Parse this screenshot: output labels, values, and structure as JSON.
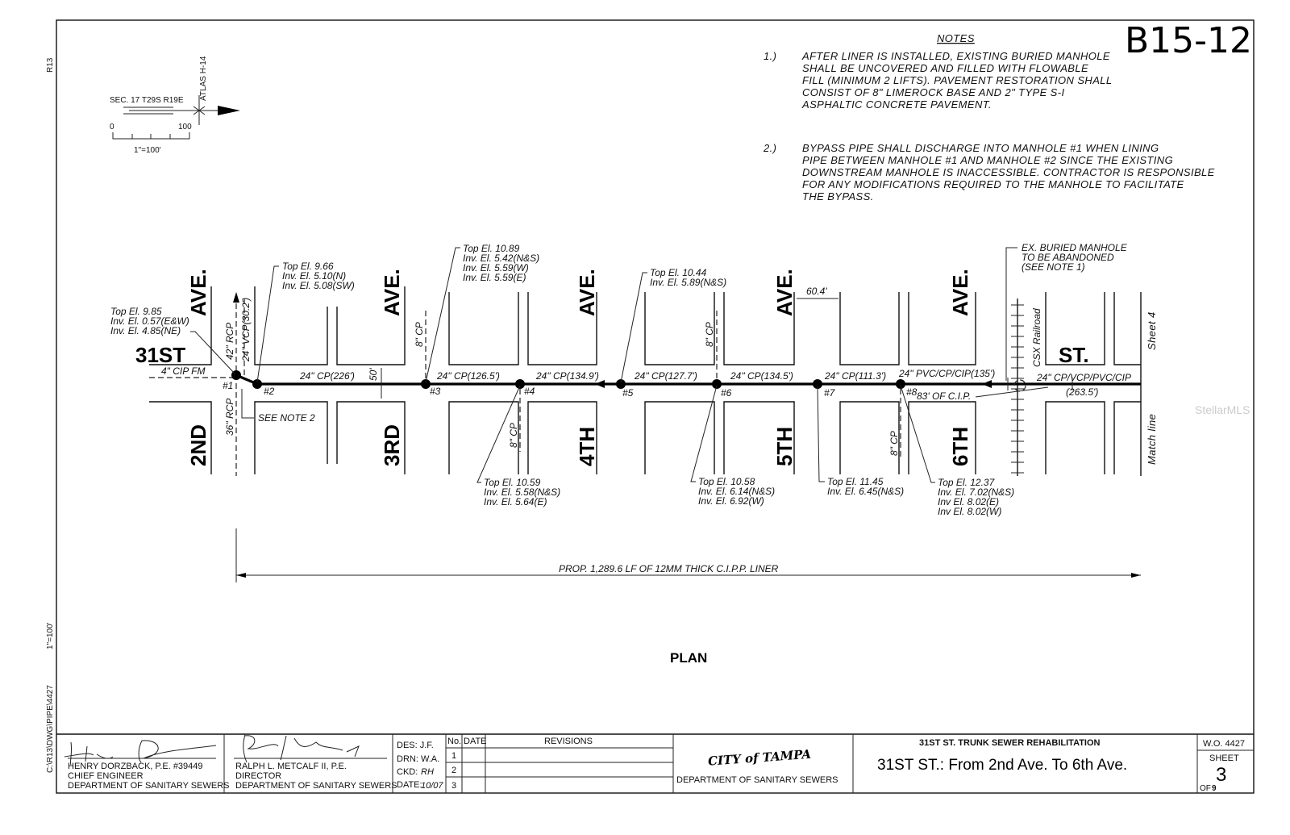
{
  "drawing_id": "B15-12",
  "margin": {
    "r13": "R13",
    "scale": "1\"=100'",
    "path": "C:\\R13\\DWG\\PIPE\\4427"
  },
  "north_arrow": {
    "section": "SEC. 17  T29S  R19E",
    "atlas": "ATLAS H-14",
    "scale_0": "0",
    "scale_100": "100",
    "scale_label": "1\"=100'"
  },
  "notes": {
    "title": "NOTES",
    "items": [
      {
        "num": "1.)",
        "lines": [
          "AFTER LINER IS INSTALLED, EXISTING BURIED MANHOLE",
          "SHALL BE UNCOVERED AND FILLED WITH FLOWABLE",
          "FILL (MINIMUM 2 LIFTS). PAVEMENT RESTORATION SHALL",
          "CONSIST OF 8\" LIMEROCK BASE AND 2\" TYPE S-I",
          "ASPHALTIC CONCRETE PAVEMENT."
        ]
      },
      {
        "num": "2.)",
        "lines": [
          "BYPASS PIPE SHALL DISCHARGE INTO MANHOLE #1 WHEN LINING",
          "PIPE BETWEEN MANHOLE #1 AND MANHOLE #2 SINCE THE EXISTING",
          "DOWNSTREAM MANHOLE IS INACCESSIBLE. CONTRACTOR IS RESPONSIBLE",
          "FOR ANY MODIFICATIONS REQUIRED TO THE MANHOLE TO FACILITATE",
          "THE BYPASS."
        ]
      }
    ]
  },
  "streets": {
    "main": "31ST",
    "main_suffix": "ST.",
    "avenues": [
      {
        "name": "2ND",
        "suffix": "AVE."
      },
      {
        "name": "3RD",
        "suffix": "AVE."
      },
      {
        "name": "4TH",
        "suffix": "AVE."
      },
      {
        "name": "5TH",
        "suffix": "AVE."
      },
      {
        "name": "6TH",
        "suffix": "AVE."
      }
    ],
    "railroad": "CSX Railroad",
    "sheet_ref": "Sheet 4",
    "match_line": "Match line"
  },
  "manholes": [
    {
      "id": "#1",
      "lines": [
        "Top El. 9.85",
        "Inv. El. 0.57(E&W)",
        "Inv. El. 4.85(NE)"
      ]
    },
    {
      "id": "#2",
      "lines": [
        "Top El. 9.66",
        "Inv. El. 5.10(N)",
        "Inv. El. 5.08(SW)"
      ]
    },
    {
      "id": "#3",
      "lines": [
        "Top El. 10.89",
        "Inv. El. 5.42(N&S)",
        "Inv. El. 5.59(W)",
        "Inv. El. 5.59(E)"
      ]
    },
    {
      "id": "#4",
      "lines": [
        "Top El. 10.59",
        "Inv. El. 5.58(N&S)",
        "Inv. El. 5.64(E)"
      ]
    },
    {
      "id": "#5",
      "lines": [
        "Top El. 10.44",
        "Inv. El. 5.89(N&S)"
      ]
    },
    {
      "id": "#6",
      "lines": [
        "Top El. 10.58",
        "Inv. El. 6.14(N&S)",
        "Inv. El. 6.92(W)"
      ]
    },
    {
      "id": "#7",
      "lines": [
        "Top El. 11.45",
        "Inv. El. 6.45(N&S)"
      ]
    },
    {
      "id": "#8",
      "lines": [
        "Top El. 12.37",
        "Inv. El. 7.02(N&S)",
        "Inv El. 8.02(E)",
        "Inv El. 8.02(W)"
      ]
    }
  ],
  "pipes": {
    "segments": [
      "24\" CP(226')",
      "24\" CP(126.5')",
      "24\" CP(134.9')",
      "24\" CP(127.7')",
      "24\" CP(134.5')",
      "24\" CP(111.3')",
      "24\" PVC/CP/CIP(135')",
      "24\" CP/VCP/PVC/CIP"
    ],
    "last_length": "(263.5')",
    "cip": "83' OF C.I.P.",
    "force_main": "4\" CIP FM",
    "rcp42": "42\" RCP",
    "vcp24": "24\" VCP(30.2')",
    "rcp36": "36\" RCP",
    "see_note2": "SEE NOTE 2",
    "laterals": [
      "8\" CP",
      "8\" CP",
      "8\" CP",
      "8\" CP"
    ],
    "row_width": "50'",
    "block_width": "60.4'"
  },
  "buried_manhole": [
    "EX. BURIED MANHOLE",
    "TO BE ABANDONED",
    "(SEE NOTE 1)"
  ],
  "liner": "PROP. 1,289.6 LF OF 12MM THICK C.I.P.P. LINER",
  "view_title": "PLAN",
  "title_block": {
    "sig1": {
      "name": "HENRY DORZBACK, P.E. #39449",
      "title": "CHIEF ENGINEER",
      "dept": "DEPARTMENT OF SANITARY SEWERS"
    },
    "sig2": {
      "name": "RALPH L. METCALF II, P.E.",
      "title": "DIRECTOR",
      "dept": "DEPARTMENT OF SANITARY SEWERS"
    },
    "des": "DES: J.F.",
    "drn": "DRN: W.A.",
    "ckd": "CKD:",
    "ckd_init": "RH",
    "date": "DATE:",
    "date_val": "10/07",
    "rev_headers": [
      "No.",
      "DATE",
      "REVISIONS"
    ],
    "rev_rows": [
      "1",
      "2",
      "3"
    ],
    "city": "CITY of TAMPA",
    "department": "DEPARTMENT OF SANITARY SEWERS",
    "project": "31ST ST. TRUNK SEWER REHABILITATION",
    "subtitle": "31ST ST.: From 2nd Ave. To 6th Ave.",
    "wo": "W.O. 4427",
    "sheet_label": "SHEET",
    "sheet": "3",
    "of": "OF",
    "total": "9"
  },
  "watermark": "StellarMLS"
}
